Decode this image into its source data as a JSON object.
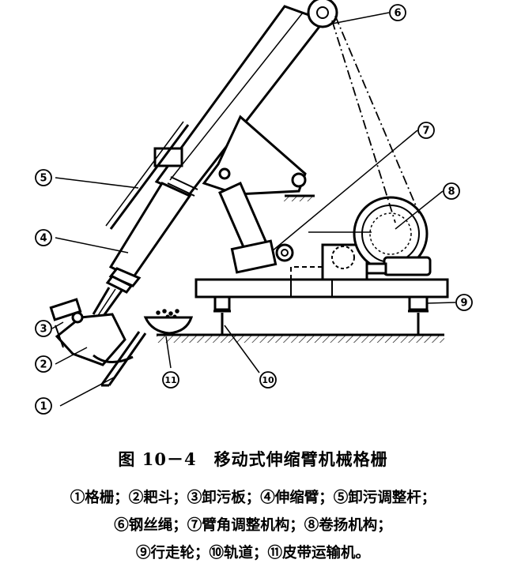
{
  "figure": {
    "title": "图 10－4　移动式伸缩臂机械格栅",
    "legend_lines": [
      "①格栅；②耙斗；③卸污板；④伸缩臂；⑤卸污调整杆；",
      "⑥钢丝绳；⑦臂角调整机构；⑧卷扬机构；",
      "⑨行走轮；⑩轨道；⑪皮带运输机。"
    ]
  },
  "callouts": [
    {
      "id": "1",
      "text": "1"
    },
    {
      "id": "2",
      "text": "2"
    },
    {
      "id": "3",
      "text": "3"
    },
    {
      "id": "4",
      "text": "4"
    },
    {
      "id": "5",
      "text": "5"
    },
    {
      "id": "6",
      "text": "6"
    },
    {
      "id": "7",
      "text": "7"
    },
    {
      "id": "8",
      "text": "8"
    },
    {
      "id": "9",
      "text": "9"
    },
    {
      "id": "10",
      "text": "10"
    },
    {
      "id": "11",
      "text": "11"
    }
  ]
}
